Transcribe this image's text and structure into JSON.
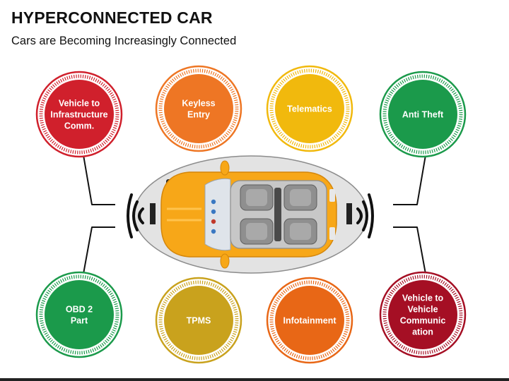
{
  "header": {
    "title": "HYPERCONNECTED CAR",
    "subtitle": "Cars are Becoming Increasingly Connected"
  },
  "circles": [
    {
      "id": "v2i",
      "lines": [
        "Vehicle to",
        "Infrastructure",
        "Comm."
      ],
      "color": "#d0202c"
    },
    {
      "id": "keyless",
      "lines": [
        "Keyless",
        "Entry"
      ],
      "color": "#ee7624"
    },
    {
      "id": "telematics",
      "lines": [
        "Telematics"
      ],
      "color": "#f1b90d"
    },
    {
      "id": "antitheft",
      "lines": [
        "Anti Theft"
      ],
      "color": "#1b9a4b"
    },
    {
      "id": "obd",
      "lines": [
        "OBD 2",
        "Part"
      ],
      "color": "#1b9a4b"
    },
    {
      "id": "tpms",
      "lines": [
        "TPMS"
      ],
      "color": "#c9a21d"
    },
    {
      "id": "infotainment",
      "lines": [
        "Infotainment"
      ],
      "color": "#e86716"
    },
    {
      "id": "v2v",
      "lines": [
        "Vehicle to",
        "Vehicle",
        "Communic",
        "ation"
      ],
      "color": "#a50f24"
    }
  ],
  "colors": {
    "car_body": "#f7a718",
    "car_roof": "#c7c7c7",
    "halo": "#e3e3e3",
    "connector": "#111111"
  },
  "icons": {
    "center": "car-top-view-icon",
    "signal_left": "wireless-signal-left-icon",
    "signal_right": "wireless-signal-right-icon"
  }
}
